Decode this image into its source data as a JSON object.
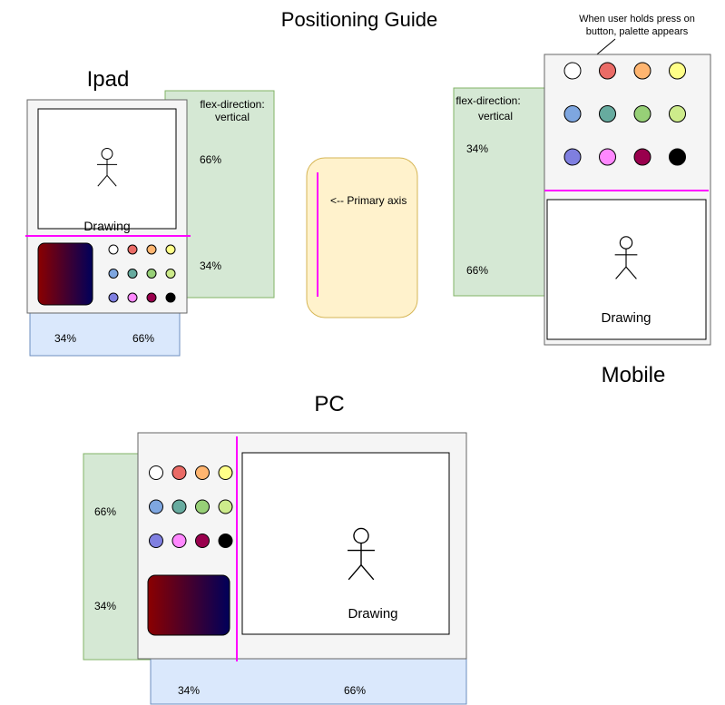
{
  "title": "Positioning Guide",
  "colors": {
    "magenta_divider": "#ff00ff",
    "green_panel": "#d5e8d4",
    "green_border": "#82b366",
    "blue_panel": "#dae8fc",
    "blue_border": "#6c8ebf",
    "yellow_panel": "#fff2cc",
    "yellow_border": "#d6b656",
    "device_fill": "#f5f5f5",
    "device_border": "#666666"
  },
  "palette_colors": [
    "#ffffff",
    "#ea6b66",
    "#ffb570",
    "#ffff88",
    "#7ea6e0",
    "#67ab9f",
    "#97d077",
    "#cdeb8b",
    "#7f7fe0",
    "#ff88ff",
    "#99004d",
    "#000000"
  ],
  "gradient": {
    "from": "#8b0000",
    "to": "#00005a"
  },
  "ipad": {
    "label": "Ipad",
    "drawing_label": "Drawing",
    "flex_direction": "flex-direction:\nvertical",
    "pct_top": "66%",
    "pct_bottom": "34%",
    "pct_left": "34%",
    "pct_right": "66%"
  },
  "legend": {
    "primary_axis": "<-- Primary axis"
  },
  "mobile": {
    "label": "Mobile",
    "drawing_label": "Drawing",
    "flex_direction": "flex-direction:\nvertical",
    "pct_top": "34%",
    "pct_bottom": "66%",
    "note": "When user holds press on\nbutton, palette appears"
  },
  "pc": {
    "label": "PC",
    "drawing_label": "Drawing",
    "pct_top": "66%",
    "pct_bottom": "34%",
    "pct_left": "34%",
    "pct_right": "66%"
  }
}
